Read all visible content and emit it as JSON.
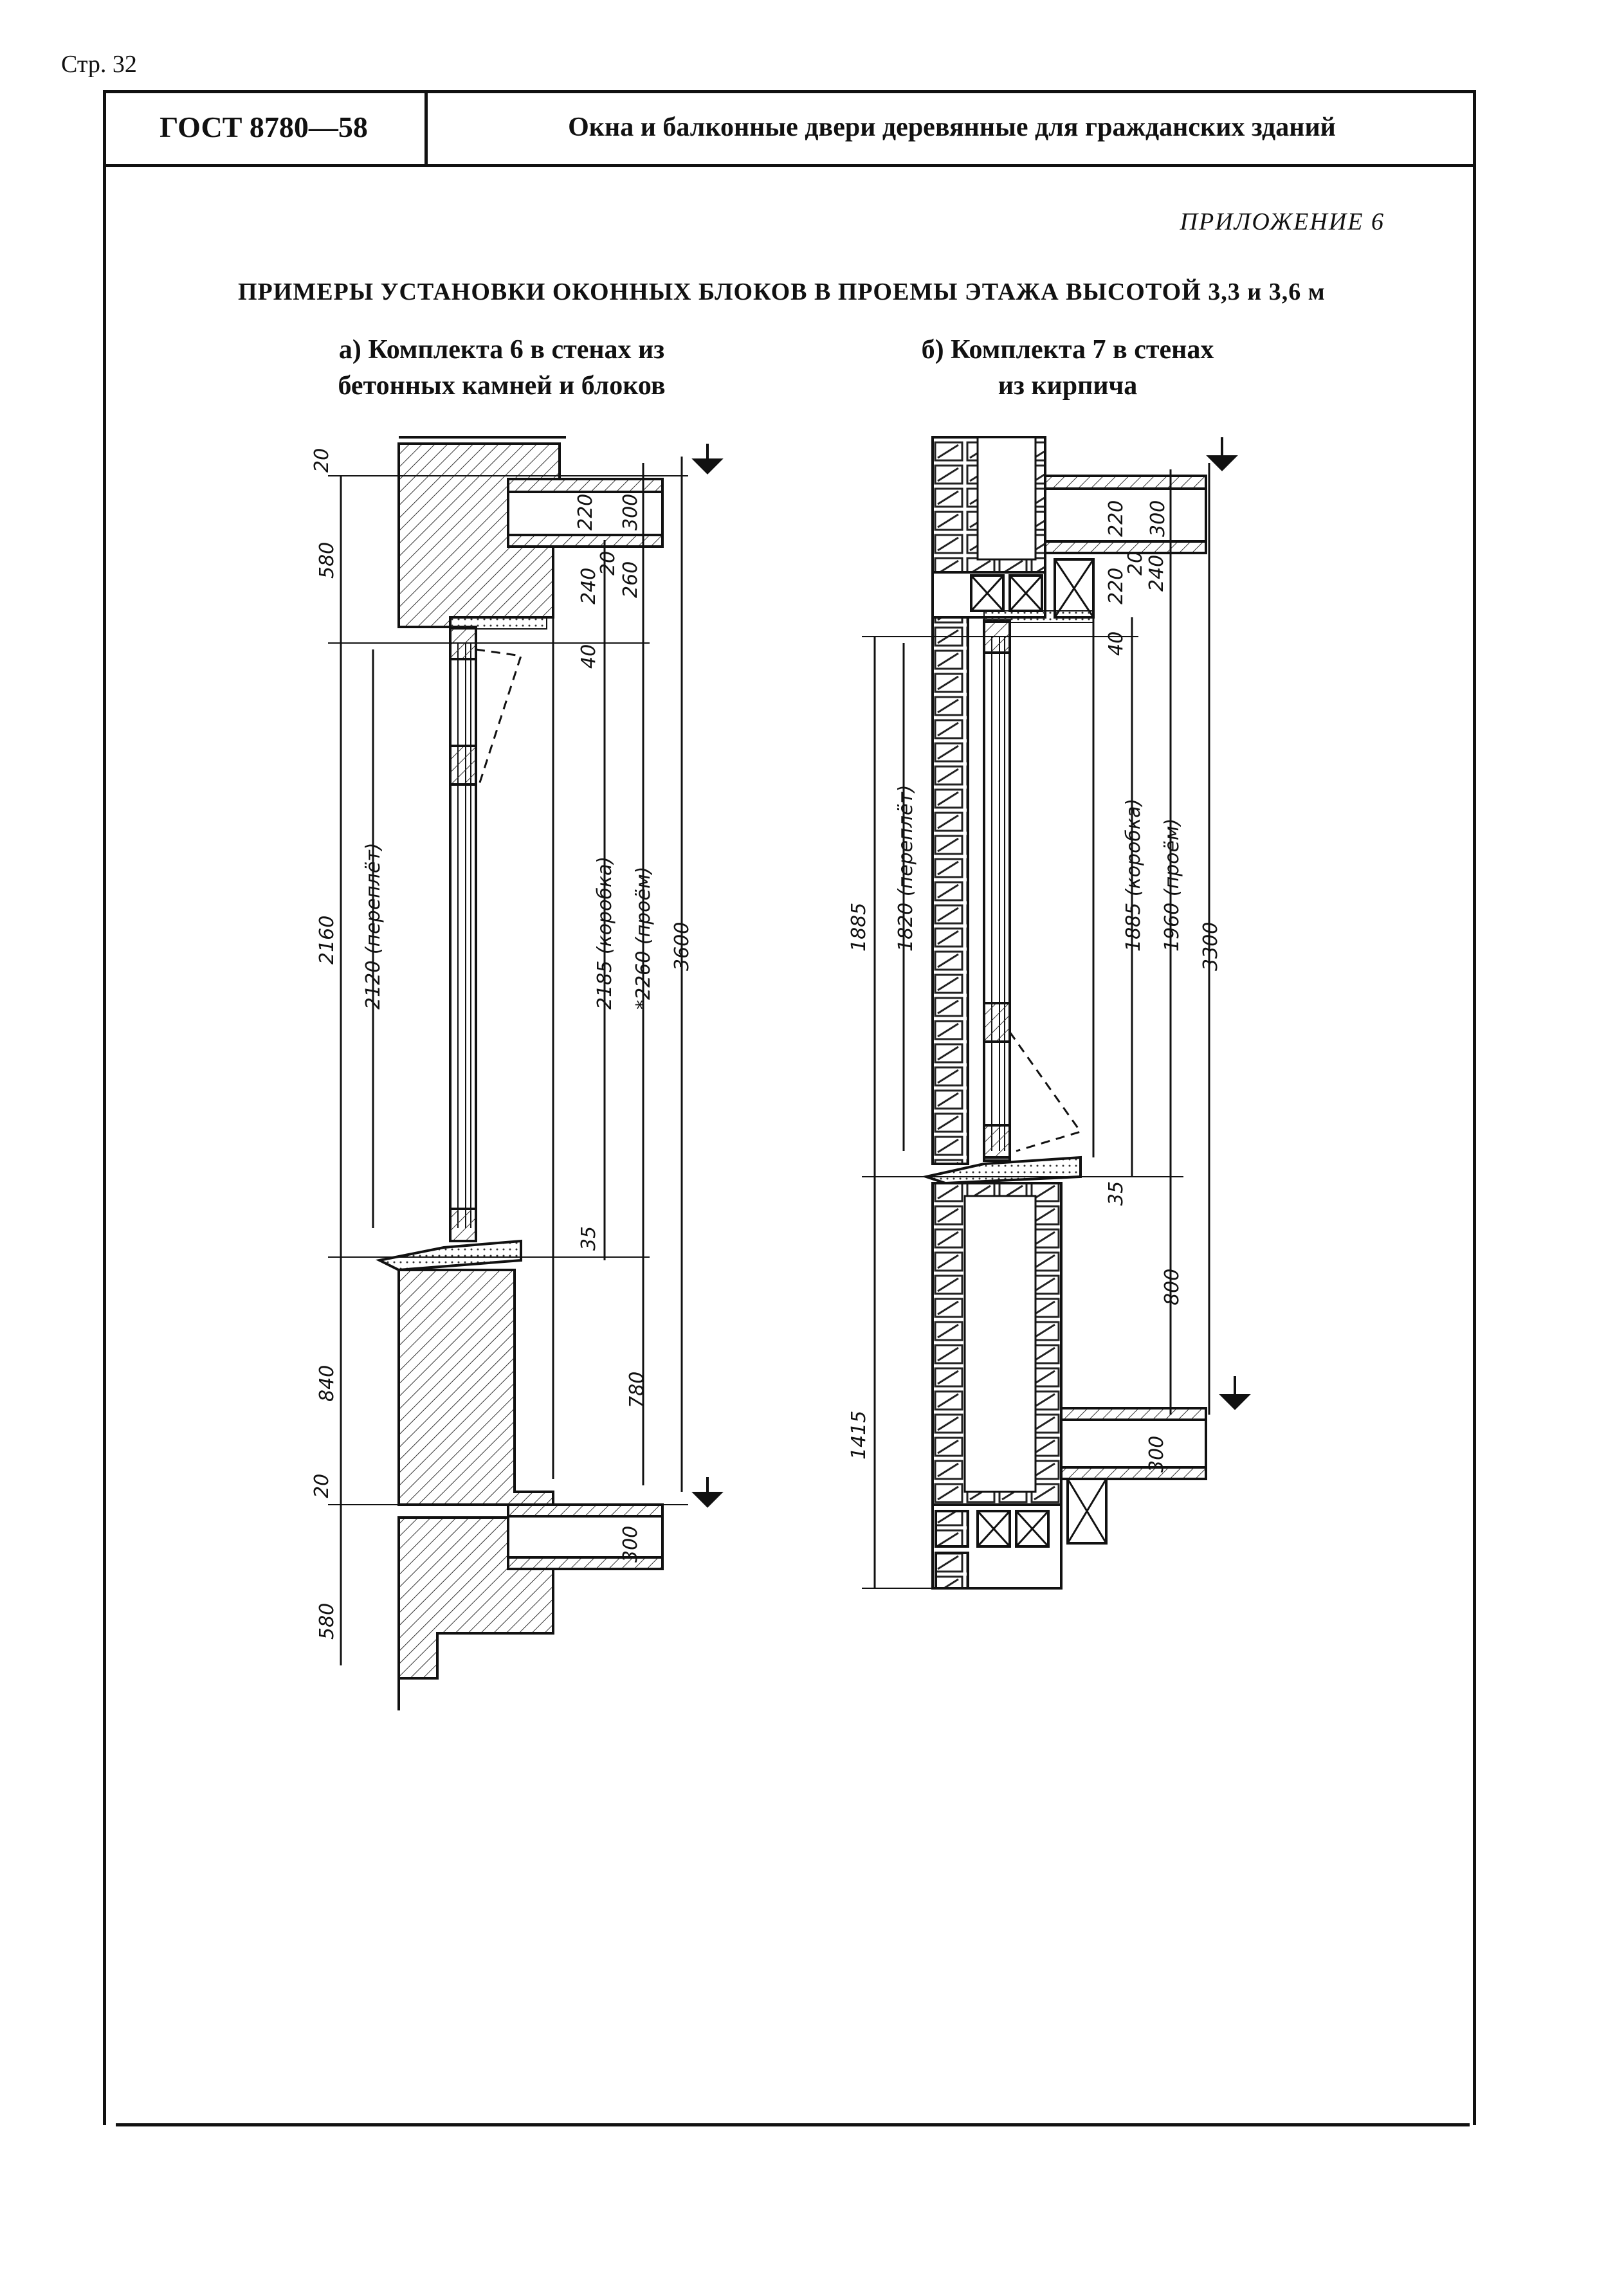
{
  "page": {
    "number_label": "Стр. 32"
  },
  "header": {
    "standard_code": "ГОСТ 8780—58",
    "title": "Окна и балконные двери деревянные для гражданских зданий"
  },
  "appendix_label": "ПРИЛОЖЕНИЕ 6",
  "section_title": "ПРИМЕРЫ УСТАНОВКИ ОКОННЫХ БЛОКОВ В ПРОЕМЫ ЭТАЖА ВЫСОТОЙ 3,3 и 3,6 м",
  "figure_a": {
    "caption_line1": "а) Комплекта 6 в стенах из",
    "caption_line2": "бетонных камней и блоков",
    "dimensions": {
      "d20_top": "20",
      "d580_top": "580",
      "d2160": "2160",
      "d2120": "2120 (переплёт)",
      "d840": "840",
      "d20_bot": "20",
      "d580_bot": "580",
      "d220": "220",
      "d300_top": "300",
      "d20_mid": "20",
      "d240": "240",
      "d260": "260",
      "d40": "40",
      "d2185": "2185 (коробка)",
      "d2260": "*2260 (проём)",
      "d3600": "3600",
      "d35": "35",
      "d780": "780",
      "d300_bot": "300"
    }
  },
  "figure_b": {
    "caption_line1": "б) Комплекта 7 в стенах",
    "caption_line2": "из кирпича",
    "dimensions": {
      "d1885": "1885",
      "d1820": "1820 (переплёт)",
      "d1415": "1415",
      "d220": "220",
      "d300_top": "300",
      "d20": "20",
      "d240": "240",
      "d220b": "220",
      "d40": "40",
      "d1885k": "1885 (коробка)",
      "d1960": "1960 (проём)",
      "d3300": "3300",
      "d35": "35",
      "d800": "800",
      "d300_bot": "300"
    }
  }
}
